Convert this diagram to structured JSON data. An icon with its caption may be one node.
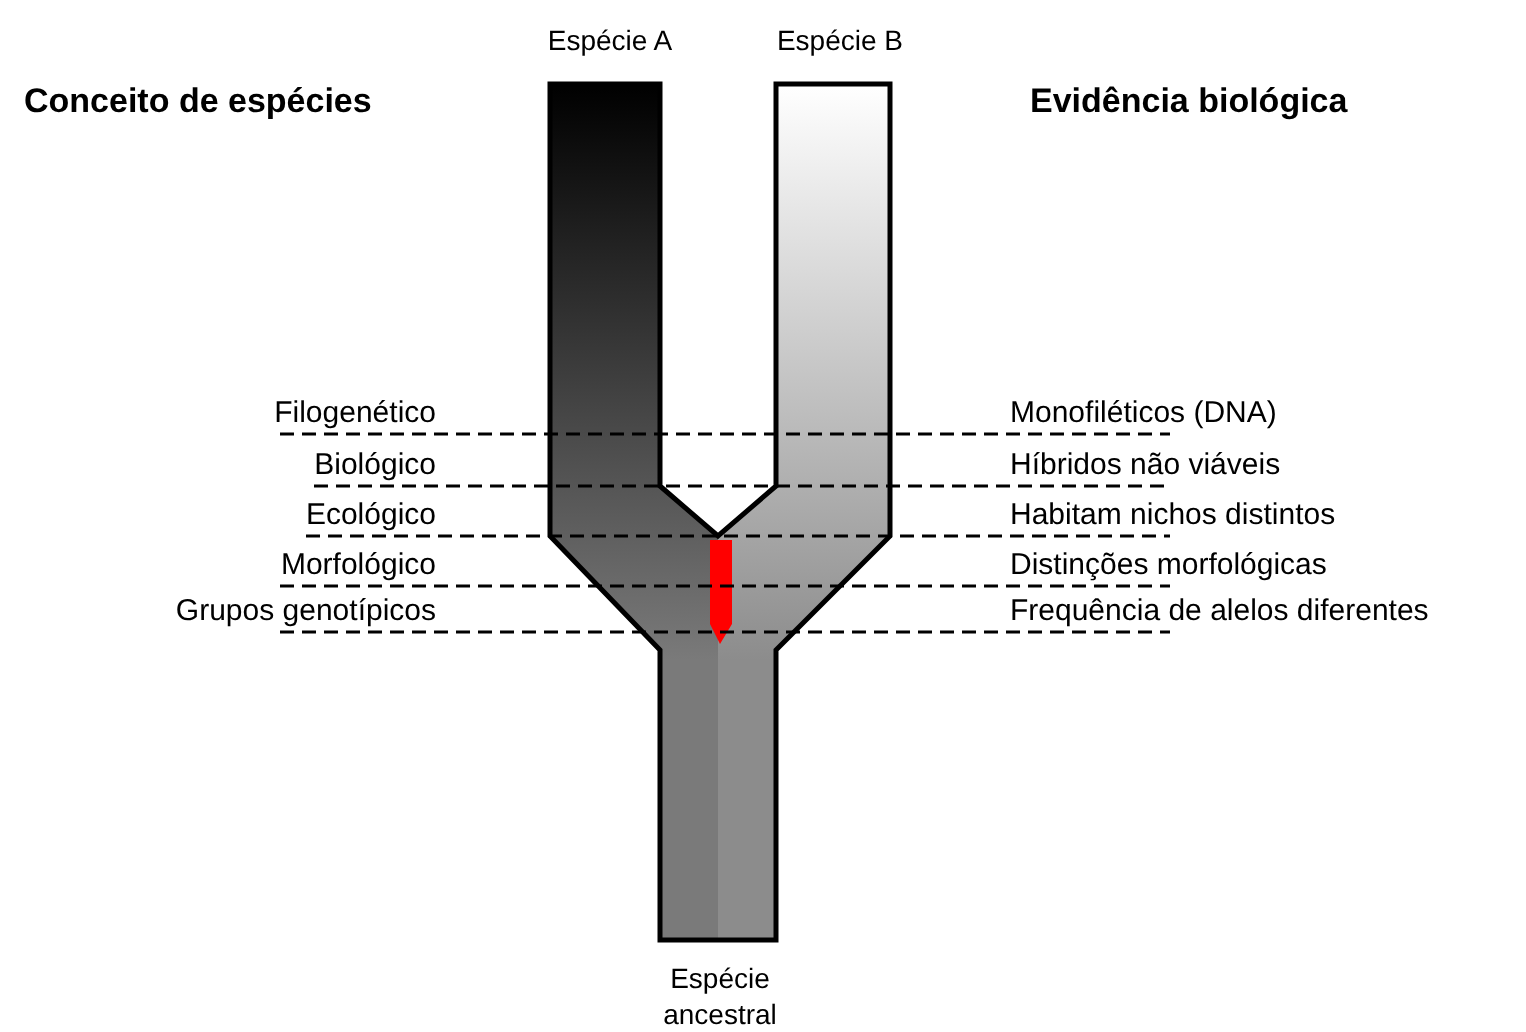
{
  "diagram": {
    "nodes": [
      {
        "text": [
          "Filogenético"
        ]
      },
      {
        "text": [
          "Biológico"
        ]
      },
      {
        "text": [
          "Ecológico"
        ]
      },
      {
        "text": [
          "Morfológico"
        ]
      },
      {
        "text": [
          "Grupos genotípicos"
        ]
      },
      {
        "text": [
          "Monofiléticos (DNA)"
        ]
      },
      {
        "text": [
          "Híbridos não viáveis"
        ]
      },
      {
        "text": [
          "Habitam nichos distintos"
        ]
      },
      {
        "text": [
          "Distinções morfológicas"
        ]
      },
      {
        "text": [
          "Frequência de alelos diferentes"
        ]
      }
    ],
    "edges": [
      {
        "from": 0,
        "to": 5,
        "arrow": "none",
        "style": "dashed"
      },
      {
        "from": 1,
        "to": 6,
        "arrow": "none",
        "style": "dashed"
      },
      {
        "from": 2,
        "to": 7,
        "arrow": "none",
        "style": "dashed"
      },
      {
        "from": 3,
        "to": 8,
        "arrow": "none",
        "style": "dashed"
      },
      {
        "from": 4,
        "to": 9,
        "arrow": "none",
        "style": "dashed"
      }
    ],
    "labels": [
      "Espécie A",
      "Espécie B",
      "Conceito de espécies",
      "Evidência biológica",
      "Espécie ancestral"
    ]
  }
}
